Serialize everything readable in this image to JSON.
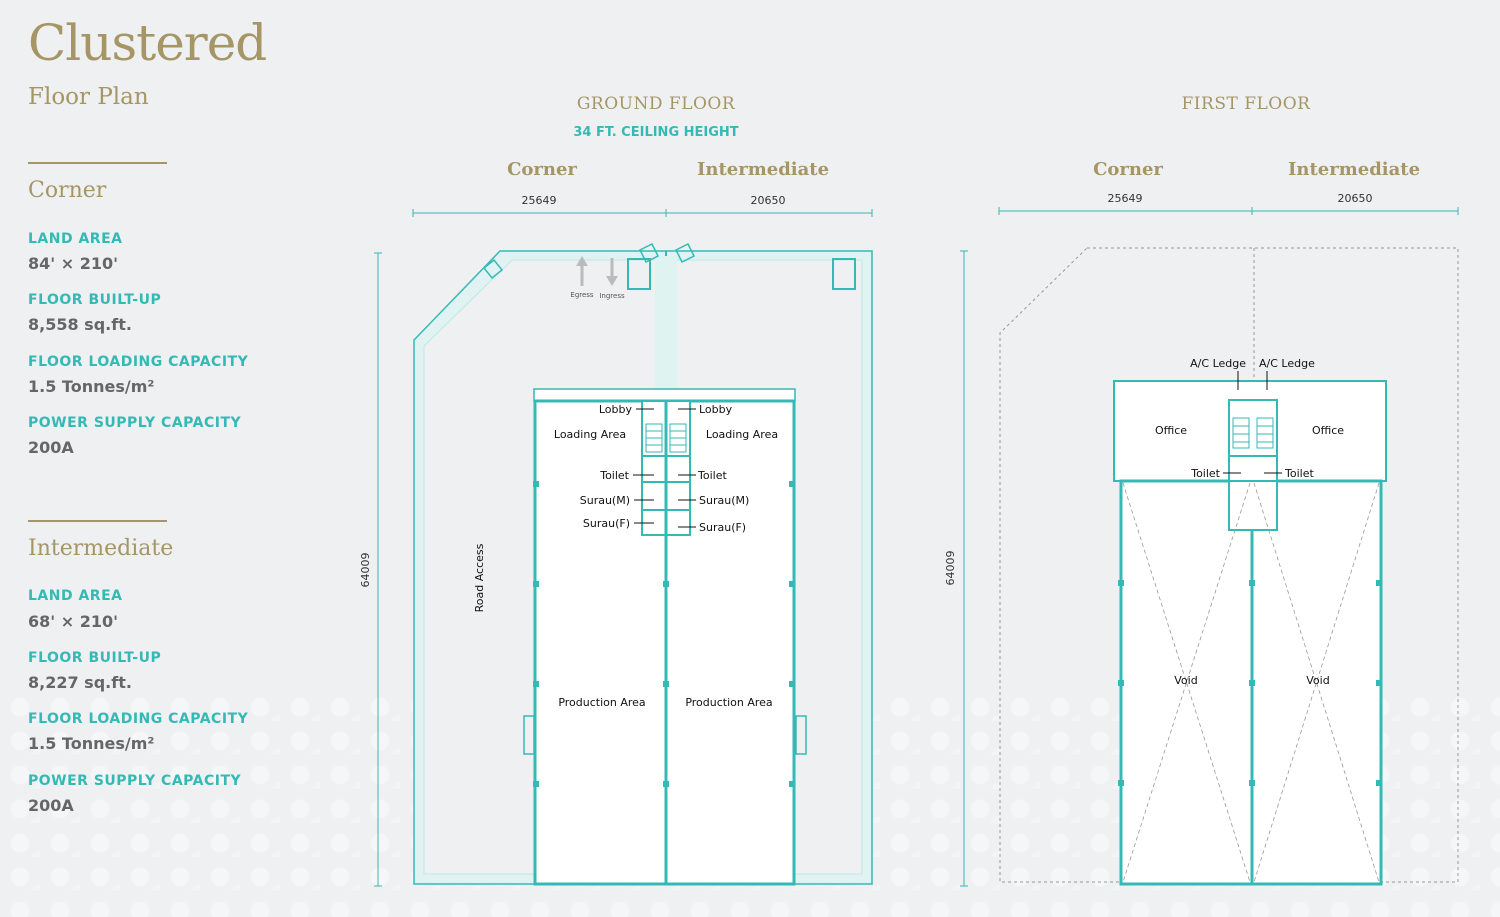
{
  "header": {
    "title": "Clustered",
    "subtitle": "Floor Plan"
  },
  "specs": [
    {
      "title": "Corner",
      "items": [
        {
          "label": "LAND AREA",
          "value": "84' × 210'"
        },
        {
          "label": "FLOOR BUILT-UP",
          "value": "8,558 sq.ft."
        },
        {
          "label": "FLOOR LOADING CAPACITY",
          "value": "1.5 Tonnes/m²"
        },
        {
          "label": "POWER SUPPLY CAPACITY",
          "value": "200A"
        }
      ]
    },
    {
      "title": "Intermediate",
      "items": [
        {
          "label": "LAND AREA",
          "value": "68' × 210'"
        },
        {
          "label": "FLOOR BUILT-UP",
          "value": "8,227 sq.ft."
        },
        {
          "label": "FLOOR LOADING CAPACITY",
          "value": "1.5 Tonnes/m²"
        },
        {
          "label": "POWER SUPPLY CAPACITY",
          "value": "200A"
        }
      ]
    }
  ],
  "ground_floor": {
    "title": "GROUND FLOOR",
    "ceiling": "34 FT. CEILING HEIGHT",
    "corner": "Corner",
    "intermediate": "Intermediate",
    "dim_corner": "25649",
    "dim_intermediate": "20650",
    "dim_height": "64009",
    "road_access": "Road Access",
    "egress": "Egress",
    "ingress": "Ingress",
    "rooms": {
      "lobby": "Lobby",
      "loading_area": "Loading Area",
      "toilet": "Toilet",
      "surau_m": "Surau(M)",
      "surau_f": "Surau(F)",
      "production_area": "Production Area"
    }
  },
  "first_floor": {
    "title": "FIRST FLOOR",
    "corner": "Corner",
    "intermediate": "Intermediate",
    "dim_corner": "25649",
    "dim_intermediate": "20650",
    "dim_height": "64009",
    "rooms": {
      "ac_ledge": "A/C Ledge",
      "office": "Office",
      "toilet": "Toilet",
      "void": "Void"
    }
  },
  "colors": {
    "gold": "#a69565",
    "teal": "#35b9b5",
    "text_grey": "#666666"
  }
}
